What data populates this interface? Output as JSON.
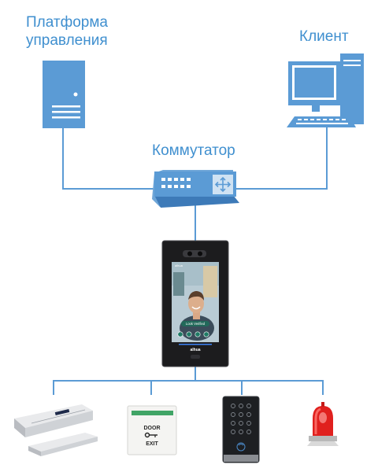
{
  "labels": {
    "platform_line1": "Платформа",
    "platform_line2": "управления",
    "client": "Клиент",
    "switch": "Коммутатор"
  },
  "device_screen": {
    "brand": "alhua",
    "prompt": "Look Verified",
    "logo": "alhua"
  },
  "exit_button": {
    "line1": "DOOR",
    "line2": "EXIT"
  },
  "colors": {
    "primary": "#5b9bd5",
    "label": "#3f8fcf",
    "line": "#5b9bd5",
    "device_body": "#1c1c1e",
    "alarm_red": "#e0201e"
  },
  "icons": {
    "server": "server-icon",
    "client": "computer-icon",
    "switch": "network-switch-icon",
    "terminal": "face-recognition-terminal-icon",
    "magnetic_lock": "magnetic-lock-icon",
    "exit_button": "exit-button-icon",
    "card_reader": "card-reader-icon",
    "alarm": "alarm-siren-icon"
  }
}
